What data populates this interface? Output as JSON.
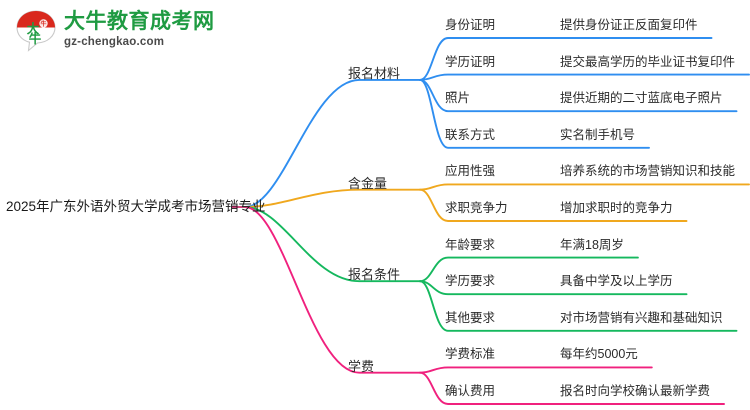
{
  "logo": {
    "name": "大牛教育成考网",
    "domain": "gz-chengkao.com",
    "mark_text": "大牛",
    "brand_green": "#1f9b42",
    "brand_red": "#d9281d"
  },
  "mindmap": {
    "root": "2025年广东外语外贸大学成考市场营销专业",
    "branches": [
      {
        "label": "报名材料",
        "color": "#2f8ef0",
        "items": [
          {
            "label": "身份证明",
            "desc": "提供身份证正反面复印件"
          },
          {
            "label": "学历证明",
            "desc": "提交最高学历的毕业证书复印件"
          },
          {
            "label": "照片",
            "desc": "提供近期的二寸蓝底电子照片"
          },
          {
            "label": "联系方式",
            "desc": "实名制手机号"
          }
        ]
      },
      {
        "label": "含金量",
        "color": "#f0a81e",
        "items": [
          {
            "label": "应用性强",
            "desc": "培养系统的市场营销知识和技能"
          },
          {
            "label": "求职竞争力",
            "desc": "增加求职时的竞争力"
          }
        ]
      },
      {
        "label": "报名条件",
        "color": "#15b85e",
        "items": [
          {
            "label": "年龄要求",
            "desc": "年满18周岁"
          },
          {
            "label": "学历要求",
            "desc": "具备中学及以上学历"
          },
          {
            "label": "其他要求",
            "desc": "对市场营销有兴趣和基础知识"
          }
        ]
      },
      {
        "label": "学费",
        "color": "#f0217e",
        "items": [
          {
            "label": "学费标准",
            "desc": "每年约5000元"
          },
          {
            "label": "确认费用",
            "desc": "报名时向学校确认最新学费"
          }
        ]
      }
    ]
  }
}
